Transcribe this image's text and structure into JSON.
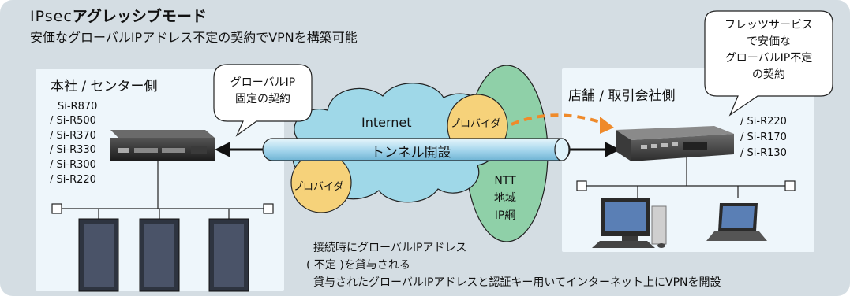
{
  "title_prefix": "IPsec",
  "title_main": "アグレッシブモード",
  "subtitle": "安価なグローバルIPアドレス不定の契約でVPNを構築可能",
  "hq": {
    "title": "本社 / センター側",
    "bubble_lines": [
      "グローバルIP",
      "固定の契約"
    ],
    "models": [
      "Si-R870",
      "/ Si-R500",
      "/ Si-R370",
      "/ Si-R330",
      "/ Si-R300",
      "/ Si-R220"
    ]
  },
  "store": {
    "title": "店舗 / 取引会社側",
    "bubble_lines": [
      "フレッツサービス",
      "で安価な",
      "グローバルIP不定",
      "の契約"
    ],
    "models": [
      "/ Si-R220",
      "/ Si-R170",
      "/ Si-R130"
    ]
  },
  "network": {
    "internet_label": "Internet",
    "isp_label": "プロバイダ",
    "ntt_lines": [
      "NTT",
      "地域",
      "IP網"
    ],
    "tunnel_label": "トンネル開設"
  },
  "notes": [
    "接続時にグローバルIPアドレス",
    "( 不定 )を貸与される",
    "貸与されたグローバルIPアドレスと認証キー用いてインターネット上にVPNを開設"
  ],
  "colors": {
    "frame": "#d4dde3",
    "panel": "#eef6fb",
    "internet_cloud": "#9fd8e8",
    "ntt_cloud": "#8fd0a8",
    "isp_blob": "#f6d27a",
    "tunnel": "#a9d8ee",
    "arrow_orange": "#ef8a2a"
  }
}
